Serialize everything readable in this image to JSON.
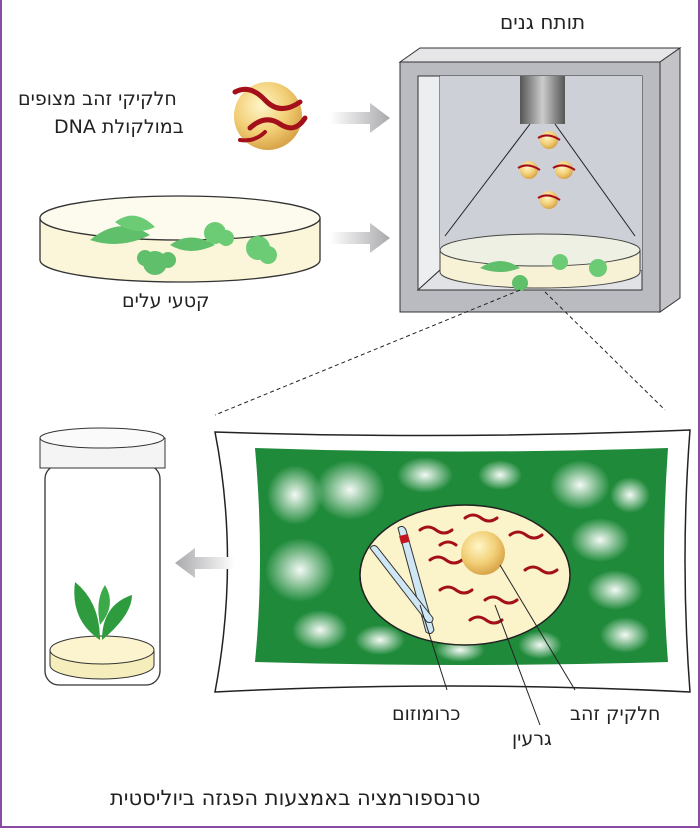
{
  "labels": {
    "gene_gun": "תותח גנים",
    "gold_particles_line1": "חלקיקי זהב מצופים",
    "gold_particles_line2": "במולקולת DNA",
    "leaf_pieces": "קטעי עלים",
    "chromosome": "כרומוזום",
    "nucleus": "גרעין",
    "gold_particle": "חלקיק זהב",
    "title": "טרנספורמציה באמצעות הפגזה ביוליסטית"
  },
  "colors": {
    "frame": "#8b4aa3",
    "cell_green": "#1f8a3a",
    "nucleus_fill": "#fbf3c9",
    "gold": "#f0c766",
    "dna": "#a3101a",
    "leaf": "#5fbf6a"
  }
}
